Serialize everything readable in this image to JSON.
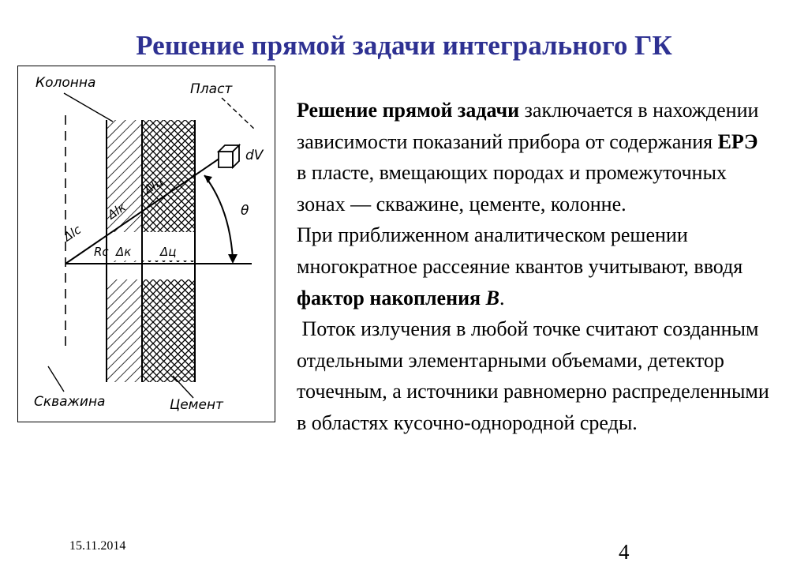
{
  "title": "Решение прямой задачи интегрального ГК",
  "figure": {
    "label_column": "Колонна",
    "label_formation": "Пласт",
    "label_volume": "dV",
    "label_angle": "θ",
    "label_dl_c": "Δlс",
    "label_dl_k": "Δlк",
    "label_dl_ts": "Δlц",
    "label_rc": "Rс",
    "label_delta_k": "Δк",
    "label_delta_ts": "Δц",
    "label_well": "Скважина",
    "label_cement": "Цемент"
  },
  "text": {
    "p1_bold": "Решение прямой задачи",
    "p1_a": " заключается в нахождении зависимости показаний прибора от содержания ",
    "p1_erz": "ЕРЭ",
    "p1_b": " в пласте, вмещающих породах и промежуточных зонах — скважине, цементе, колонне.",
    "p2_a": "При приближенном аналитическом решении многократное рассеяние квантов учитывают, вводя ",
    "p2_factor": "фактор накопления ",
    "p2_B": "B",
    "p2_end": ".",
    "p3": " Поток излучения в любой точке считают созданным отдельными элементарными объемами, детектор точечным, а источники равномерно распределенными в областях кусочно-однородной среды."
  },
  "footer": {
    "date": "15.11.2014",
    "page": "4"
  }
}
